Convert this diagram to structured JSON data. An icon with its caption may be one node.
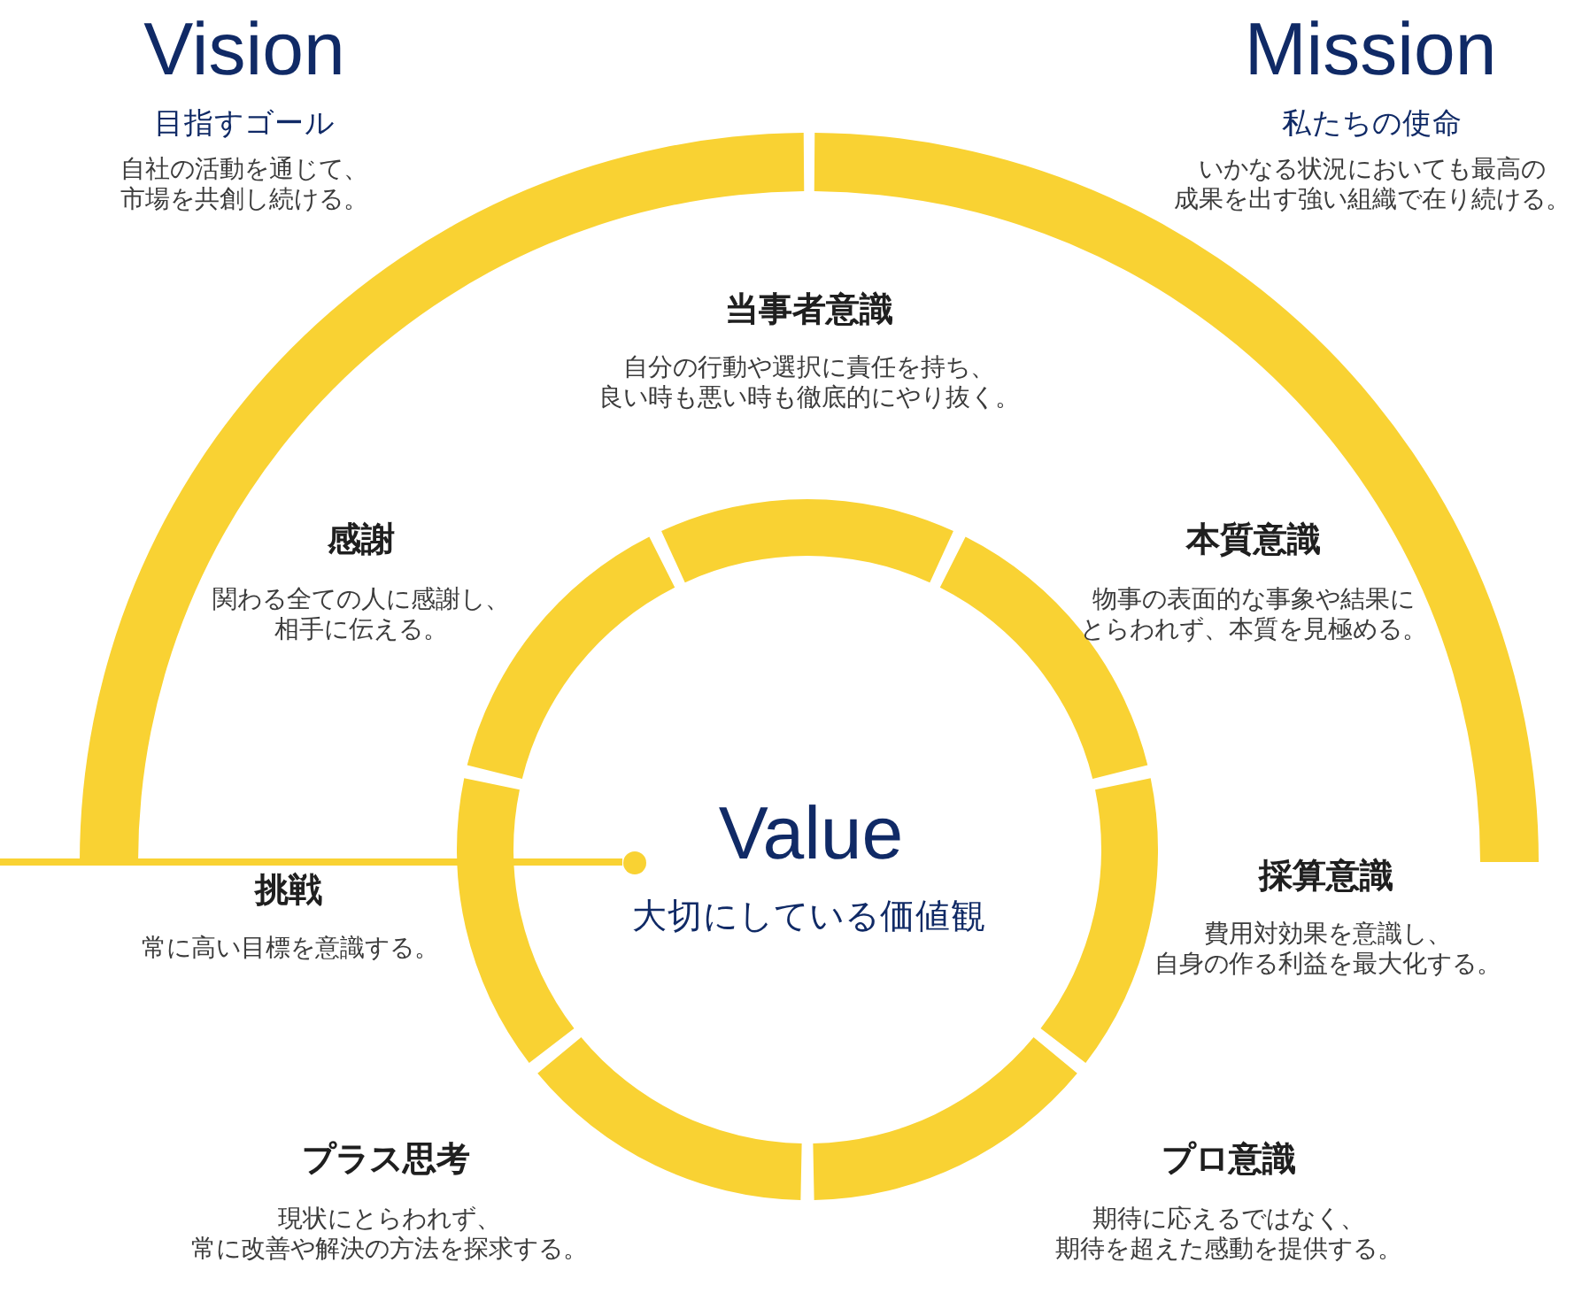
{
  "diagram": {
    "nodes": [
      {
        "text": [
          "Vision",
          "目指すゴール",
          "自社の活動を通じて、市場を共創し続ける。"
        ]
      },
      {
        "text": [
          "Mission",
          "私たちの使命",
          "いかなる状況においても最高の成果を出す強い組織で在り続ける。"
        ]
      },
      {
        "text": [
          "Value",
          "大切にしている価値観"
        ]
      },
      {
        "text": [],
        "shape": "circle",
        "in": 2
      }
    ],
    "edges": [
      {
        "from": null,
        "to": 3,
        "arrow": "none"
      }
    ],
    "labels": [
      "当事者意識",
      "自分の行動や選択に責任を持ち、良い時も悪い時も徹底的にやり抜く。",
      "感謝",
      "関わる全ての人に感謝し、相手に伝える。",
      "本質意識",
      "物事の表面的な事象や結果にとらわれず、本質を見極める。",
      "挑戦",
      "常に高い目標を意識する。",
      "採算意識",
      "費用対効果を意識し、自身の作る利益を最大化する。",
      "プラス思考",
      "現状にとらわれず、常に改善や解決の方法を探求する。",
      "プロ意識",
      "期待に応えるではなく、期待を超えた感動を提供する。"
    ]
  }
}
